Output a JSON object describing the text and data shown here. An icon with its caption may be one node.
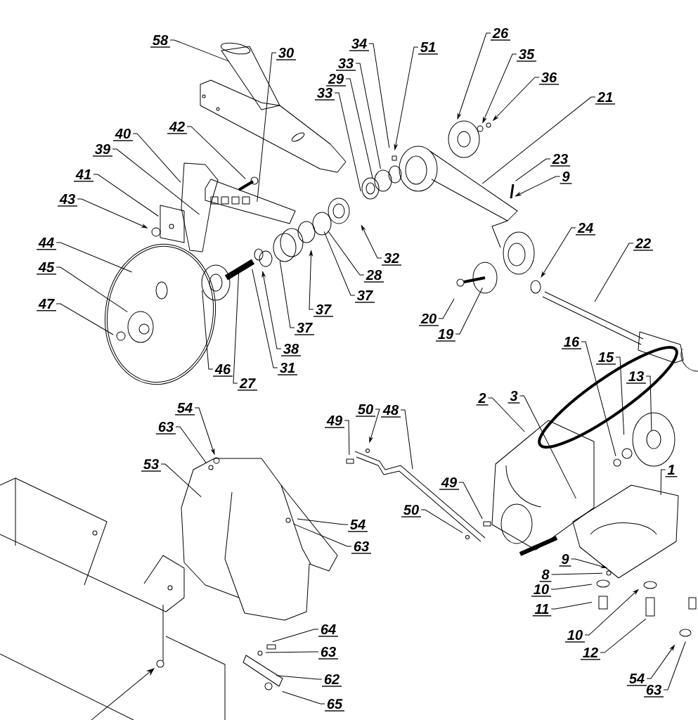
{
  "diagram": {
    "nodes": [
      {
        "text": [
          "58"
        ]
      },
      {
        "text": [
          "34"
        ]
      },
      {
        "text": [
          "51"
        ]
      },
      {
        "text": [
          "26"
        ]
      },
      {
        "text": [
          "30"
        ]
      },
      {
        "text": [
          "35"
        ]
      },
      {
        "text": [
          "33"
        ]
      },
      {
        "text": [
          "36"
        ]
      },
      {
        "text": [
          "29"
        ]
      },
      {
        "text": [
          "33"
        ]
      },
      {
        "text": [
          "21"
        ]
      },
      {
        "text": [
          "42"
        ]
      },
      {
        "text": [
          "40"
        ]
      },
      {
        "text": [
          "39"
        ]
      },
      {
        "text": [
          "23"
        ]
      },
      {
        "text": [
          "41"
        ]
      },
      {
        "text": [
          "9"
        ]
      },
      {
        "text": [
          "43"
        ]
      },
      {
        "text": [
          "24"
        ]
      },
      {
        "text": [
          "44"
        ]
      },
      {
        "text": [
          "22"
        ]
      },
      {
        "text": [
          "32"
        ]
      },
      {
        "text": [
          "45"
        ]
      },
      {
        "text": [
          "28"
        ]
      },
      {
        "text": [
          "37"
        ]
      },
      {
        "text": [
          "47"
        ]
      },
      {
        "text": [
          "37"
        ]
      },
      {
        "text": [
          "20"
        ]
      },
      {
        "text": [
          "37"
        ]
      },
      {
        "text": [
          "19"
        ]
      },
      {
        "text": [
          "16"
        ]
      },
      {
        "text": [
          "38"
        ]
      },
      {
        "text": [
          "15"
        ]
      },
      {
        "text": [
          "31"
        ]
      },
      {
        "text": [
          "46"
        ]
      },
      {
        "text": [
          "13"
        ]
      },
      {
        "text": [
          "27"
        ]
      },
      {
        "text": [
          "2"
        ]
      },
      {
        "text": [
          "3"
        ]
      },
      {
        "text": [
          "54"
        ]
      },
      {
        "text": [
          "50"
        ]
      },
      {
        "text": [
          "48"
        ]
      },
      {
        "text": [
          "49"
        ]
      },
      {
        "text": [
          "63"
        ]
      },
      {
        "text": [
          "53"
        ]
      },
      {
        "text": [
          "1"
        ]
      },
      {
        "text": [
          "49"
        ]
      },
      {
        "text": [
          "50"
        ]
      },
      {
        "text": [
          "54"
        ]
      },
      {
        "text": [
          "63"
        ]
      },
      {
        "text": [
          "9"
        ]
      },
      {
        "text": [
          "8"
        ]
      },
      {
        "text": [
          "10"
        ]
      },
      {
        "text": [
          "11"
        ]
      },
      {
        "text": [
          "64"
        ]
      },
      {
        "text": [
          "10"
        ]
      },
      {
        "text": [
          "63"
        ]
      },
      {
        "text": [
          "12"
        ]
      },
      {
        "text": [
          "54"
        ]
      },
      {
        "text": [
          "62"
        ]
      },
      {
        "text": [
          "63"
        ]
      },
      {
        "text": [
          "65"
        ]
      }
    ],
    "edges": [
      {
        "from": 0,
        "to": null,
        "arrow": "none"
      },
      {
        "from": 1,
        "to": null,
        "arrow": "none"
      },
      {
        "from": 2,
        "to": null,
        "arrow": "to"
      },
      {
        "from": 3,
        "to": null,
        "arrow": "to"
      },
      {
        "from": 4,
        "to": null,
        "arrow": "none"
      },
      {
        "from": 5,
        "to": null,
        "arrow": "to"
      },
      {
        "from": 6,
        "to": null,
        "arrow": "none"
      },
      {
        "from": 7,
        "to": null,
        "arrow": "to"
      },
      {
        "from": 8,
        "to": null,
        "arrow": "none"
      },
      {
        "from": 9,
        "to": null,
        "arrow": "none"
      },
      {
        "from": 10,
        "to": null,
        "arrow": "none"
      },
      {
        "from": 11,
        "to": null,
        "arrow": "none"
      },
      {
        "from": 12,
        "to": null,
        "arrow": "none"
      },
      {
        "from": 13,
        "to": null,
        "arrow": "none"
      },
      {
        "from": 14,
        "to": null,
        "arrow": "none"
      },
      {
        "from": 15,
        "to": null,
        "arrow": "none"
      },
      {
        "from": 16,
        "to": null,
        "arrow": "to"
      },
      {
        "from": 17,
        "to": null,
        "arrow": "to"
      },
      {
        "from": 18,
        "to": null,
        "arrow": "to"
      },
      {
        "from": 19,
        "to": null,
        "arrow": "none"
      },
      {
        "from": 20,
        "to": null,
        "arrow": "none"
      },
      {
        "from": 21,
        "to": null,
        "arrow": "to"
      },
      {
        "from": 22,
        "to": null,
        "arrow": "none"
      },
      {
        "from": 23,
        "to": null,
        "arrow": "none"
      },
      {
        "from": 24,
        "to": null,
        "arrow": "none"
      },
      {
        "from": 25,
        "to": null,
        "arrow": "none"
      },
      {
        "from": 26,
        "to": null,
        "arrow": "to"
      },
      {
        "from": 27,
        "to": null,
        "arrow": "none"
      },
      {
        "from": 28,
        "to": null,
        "arrow": "none"
      },
      {
        "from": 29,
        "to": null,
        "arrow": "none"
      },
      {
        "from": 30,
        "to": null,
        "arrow": "none"
      },
      {
        "from": 31,
        "to": null,
        "arrow": "to"
      },
      {
        "from": 32,
        "to": null,
        "arrow": "none"
      },
      {
        "from": 33,
        "to": null,
        "arrow": "none"
      },
      {
        "from": 34,
        "to": null,
        "arrow": "none"
      },
      {
        "from": 35,
        "to": null,
        "arrow": "none"
      },
      {
        "from": 36,
        "to": null,
        "arrow": "none"
      },
      {
        "from": 37,
        "to": null,
        "arrow": "none"
      },
      {
        "from": 38,
        "to": null,
        "arrow": "none"
      },
      {
        "from": 39,
        "to": null,
        "arrow": "to"
      },
      {
        "from": 40,
        "to": null,
        "arrow": "to"
      },
      {
        "from": 41,
        "to": null,
        "arrow": "none"
      },
      {
        "from": 42,
        "to": null,
        "arrow": "none"
      },
      {
        "from": 43,
        "to": null,
        "arrow": "none"
      },
      {
        "from": 44,
        "to": null,
        "arrow": "none"
      },
      {
        "from": 45,
        "to": null,
        "arrow": "none"
      },
      {
        "from": 46,
        "to": null,
        "arrow": "none"
      },
      {
        "from": 47,
        "to": null,
        "arrow": "none"
      },
      {
        "from": 48,
        "to": null,
        "arrow": "none"
      },
      {
        "from": 49,
        "to": null,
        "arrow": "none"
      },
      {
        "from": 50,
        "to": null,
        "arrow": "to"
      },
      {
        "from": 51,
        "to": null,
        "arrow": "none"
      },
      {
        "from": 52,
        "to": null,
        "arrow": "none"
      },
      {
        "from": 53,
        "to": null,
        "arrow": "none"
      },
      {
        "from": 54,
        "to": null,
        "arrow": "none"
      },
      {
        "from": 55,
        "to": null,
        "arrow": "to"
      },
      {
        "from": 56,
        "to": null,
        "arrow": "none"
      },
      {
        "from": 57,
        "to": null,
        "arrow": "none"
      },
      {
        "from": 58,
        "to": null,
        "arrow": "to"
      },
      {
        "from": 59,
        "to": null,
        "arrow": "none"
      },
      {
        "from": 60,
        "to": null,
        "arrow": "none"
      },
      {
        "from": 61,
        "to": null,
        "arrow": "none"
      }
    ]
  }
}
